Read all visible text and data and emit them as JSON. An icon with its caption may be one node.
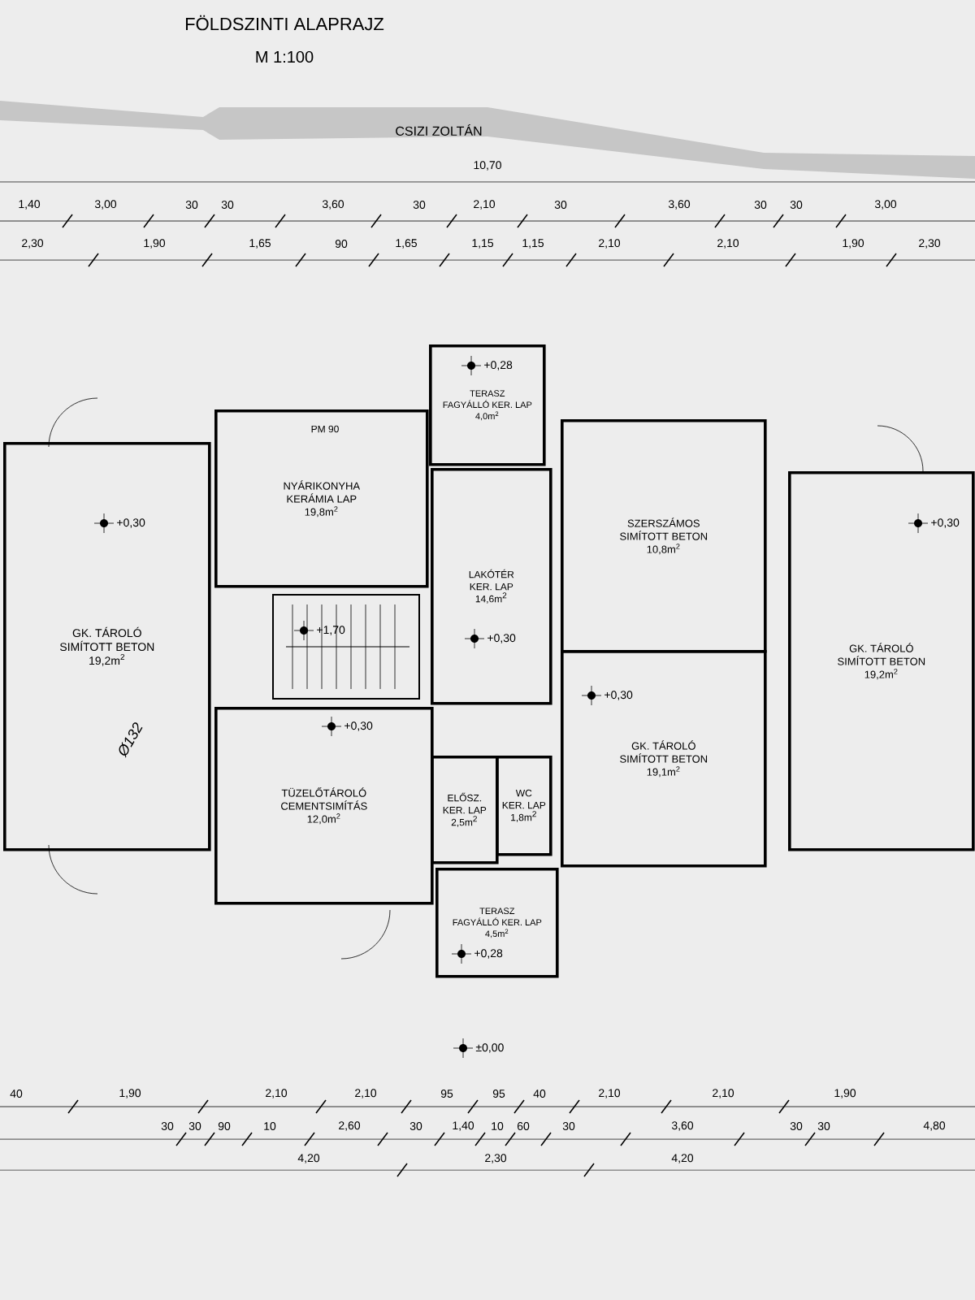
{
  "diagram": {
    "title": "FÖLDSZINTI ALAPRAJZ",
    "nodes": [
      {
        "text": [
          "GK. TÁROLÓ",
          "SIMÍTOTT BETON",
          "19,2m$^{2}$"
        ]
      },
      {
        "text": [
          "NYÁRIKONYHA",
          "KERÁMIA LAP",
          "19,8m$^{2}$"
        ]
      },
      {
        "text": [
          "TERASZ",
          "FAGYÁLLÓ KER. LAP",
          "4,0m$^{2}$"
        ]
      },
      {
        "text": [
          "LAKÓTÉR",
          "KER. LAP",
          "14,6m$^{2}$"
        ]
      },
      {
        "text": [
          "SZERSZÁMOS",
          "SIMÍTOTT BETON",
          "10,8m$^{2}$"
        ]
      },
      {
        "text": [
          "GK. TÁROLÓ",
          "SIMÍTOTT BETON",
          "19,2m$^{2}$"
        ]
      },
      {
        "text": [
          "GK. TÁROLÓ",
          "SIMÍTOTT BETON",
          "19,1m$^{2}$"
        ]
      },
      {
        "text": [
          "TÜZELŐTÁROLÓ",
          "CEMENTSIMÍTÁS",
          "12,0m$^{2}$"
        ]
      },
      {
        "text": [
          "ELŐSZ.",
          "KER. LAP",
          "2,5m$^{2}$"
        ]
      },
      {
        "text": [
          "WC",
          "KER. LAP",
          "1,8m$^{2}$"
        ]
      },
      {
        "text": [
          "TERASZ",
          "FAGYÁLLÓ KER. LAP",
          "4,5m$^{2}$"
        ]
      }
    ],
    "labels": [
      "M 1:100",
      "CSIZI ZOLTÁN",
      "10,70",
      "1,40",
      "3,00",
      "30",
      "30",
      "3,60",
      "30",
      "2,10",
      "30",
      "3,60",
      "30",
      "30",
      "3,00",
      "2,30",
      "1,90",
      "1,65",
      "90",
      "1,65",
      "1,15",
      "1,15",
      "2,10",
      "2,10",
      "1,90",
      "2,30",
      "+0,30",
      "+0,28",
      "+1,70",
      "+0,30",
      "+0,30",
      "+0,30",
      "+0,30",
      "+0,28",
      "±0,00",
      "PM 90",
      "Ø132",
      "40",
      "1,90",
      "2,10",
      "2,10",
      "95",
      "95",
      "40",
      "2,10",
      "2,10",
      "1,90",
      "30",
      "30",
      "90",
      "10",
      "2,60",
      "30",
      "1,40",
      "10",
      "60",
      "30",
      "3,60",
      "30",
      "30",
      "4,80",
      "4,20",
      "2,30",
      "4,20"
    ]
  }
}
